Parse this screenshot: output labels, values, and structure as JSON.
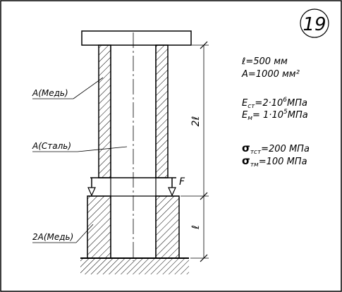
{
  "problem_number": "19",
  "labels": {
    "copper_top": "A(Медь)",
    "steel": "A(Сталь)",
    "copper_bottom": "2A(Медь)",
    "force": "F",
    "dim_upper": "2ℓ",
    "dim_lower": "ℓ"
  },
  "params": {
    "length": "ℓ=500 мм",
    "area": "A=1000 мм²",
    "e_steel_symbol": "E",
    "e_steel_sub": "ст",
    "e_steel_value": "=2·10",
    "e_steel_exp": "6",
    "e_steel_unit": "МПа",
    "e_copper_symbol": "E",
    "e_copper_sub": "м",
    "e_copper_value": "= 1·10",
    "e_copper_exp": "5",
    "e_copper_unit": "МПа",
    "sigma_steel_symbol": "σ",
    "sigma_steel_sub": "тст",
    "sigma_steel_value": "=200 МПа",
    "sigma_copper_symbol": "σ",
    "sigma_copper_sub": "тм",
    "sigma_copper_value": "=100 МПа"
  }
}
